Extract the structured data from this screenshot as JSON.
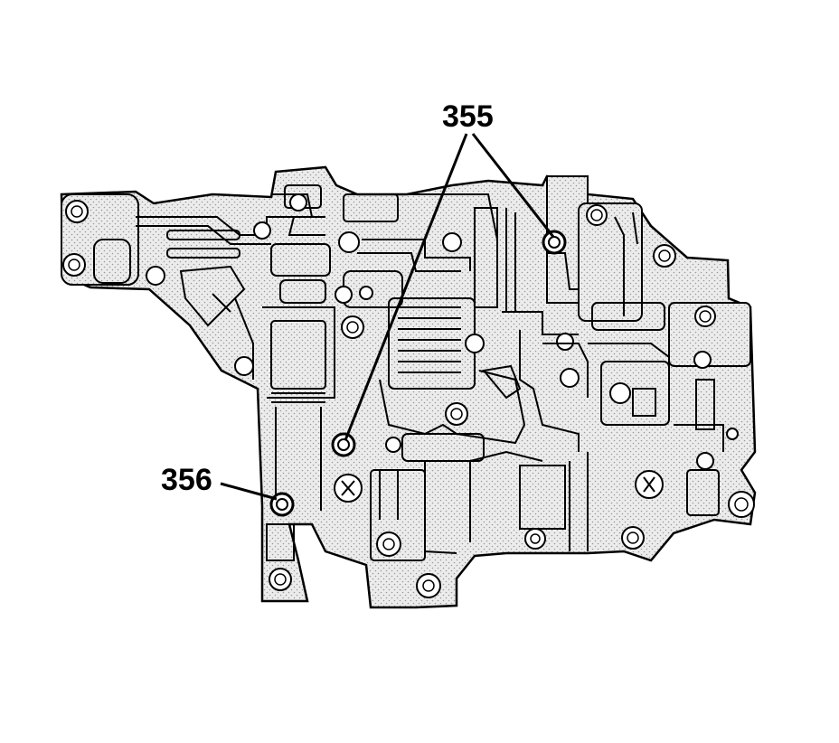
{
  "callouts": [
    {
      "id": "355",
      "label": "355"
    },
    {
      "id": "356",
      "label": "356"
    }
  ],
  "colors": {
    "ink": "#000000",
    "paper": "#ffffff",
    "stipple": "#b8b8b8"
  },
  "icons": [
    "valve-body-illustration",
    "check-ball-355-upper",
    "check-ball-355-lower",
    "check-ball-356"
  ]
}
